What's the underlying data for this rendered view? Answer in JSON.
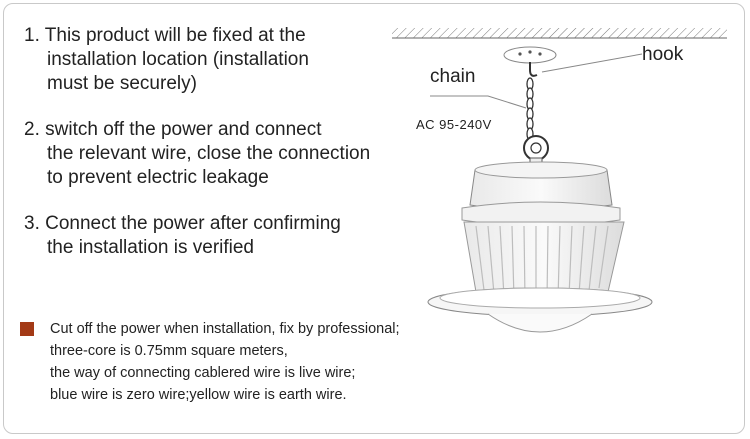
{
  "steps": [
    {
      "lines": [
        "1. This product will be fixed at the",
        "installation location  (installation",
        "must be securely)"
      ]
    },
    {
      "lines": [
        "2. switch off the power and connect",
        "the relevant wire, close the connection",
        "to prevent electric leakage"
      ]
    },
    {
      "lines": [
        "3. Connect the power after confirming",
        "the installation is verified"
      ]
    }
  ],
  "notes": {
    "bullet_color": "#a33a16",
    "lines": [
      "Cut off the power when installation, fix by professional;",
      "three-core is 0.75mm square meters,",
      "the way of connecting cablered wire is live wire;",
      "blue wire is zero wire;yellow wire is earth wire."
    ]
  },
  "diagram": {
    "hook_label": "hook",
    "chain_label": "chain",
    "voltage_label": "AC 95-240V"
  }
}
